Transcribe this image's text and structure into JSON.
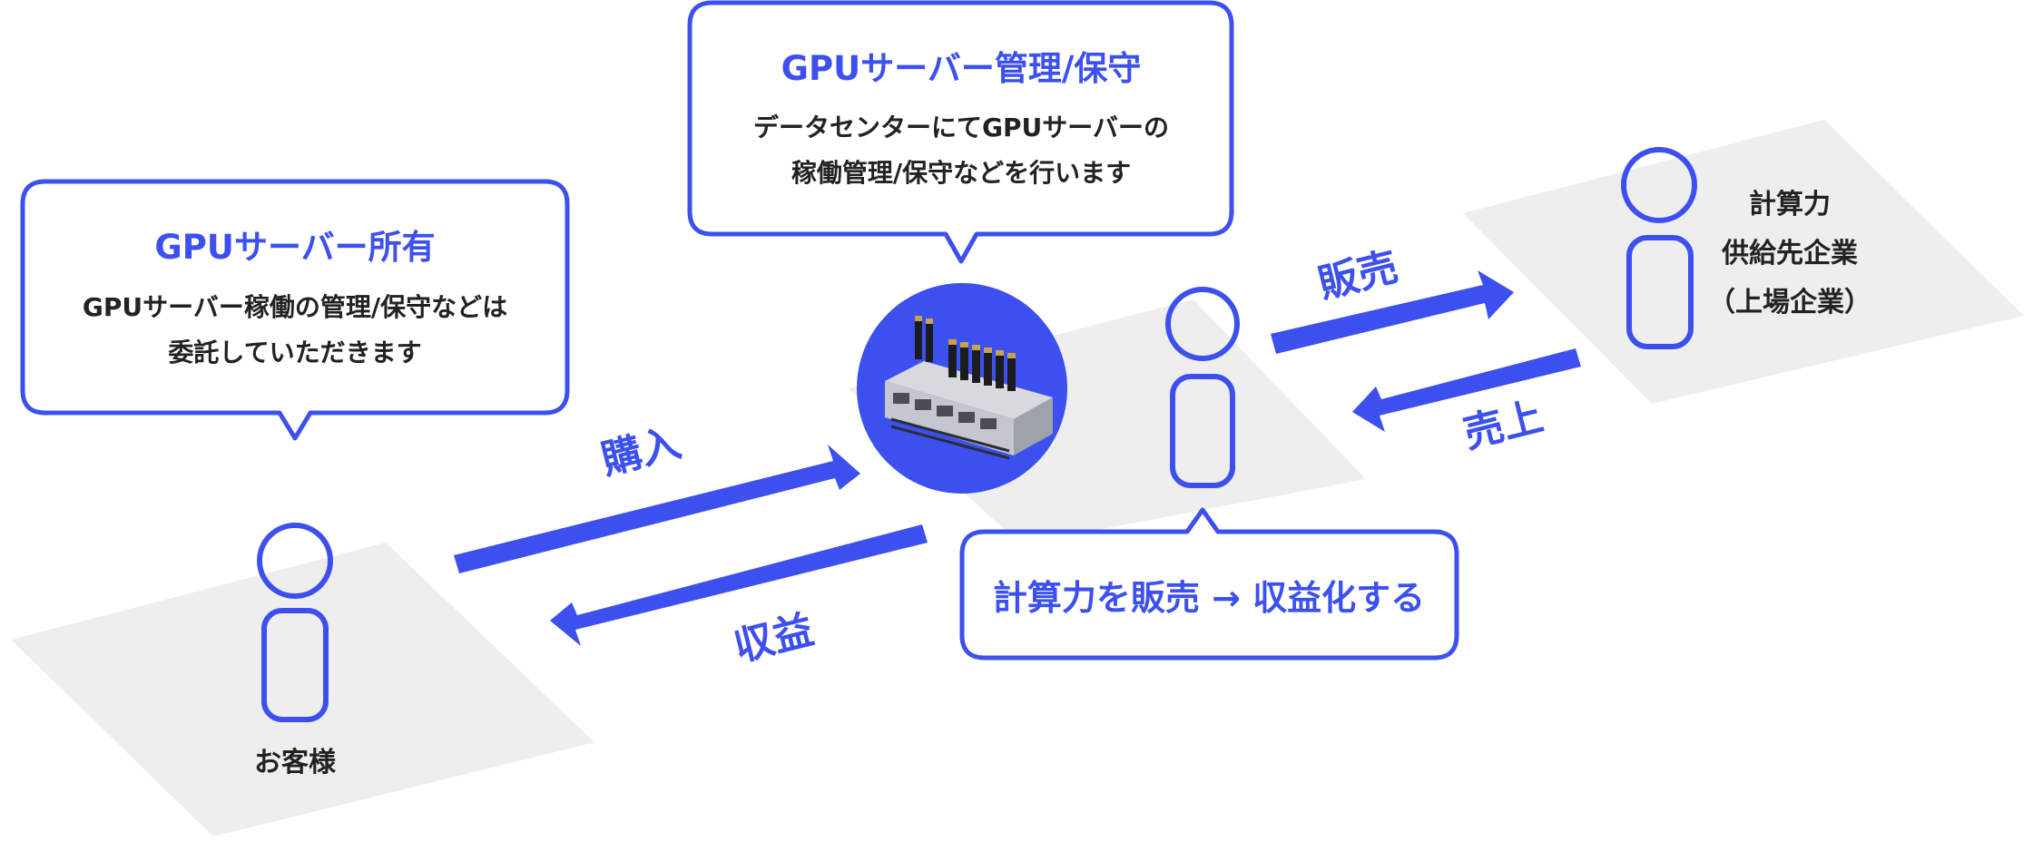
{
  "colors": {
    "accent": "#3c50f0",
    "plane": "#eeeeee",
    "text": "#222222",
    "server_bg": "#3c50f0"
  },
  "bubble_owner": {
    "title": "GPUサーバー所有",
    "line1": "GPUサーバー稼働の管理/保守などは",
    "line2": "委託していただきます"
  },
  "bubble_maintenance": {
    "title": "GPUサーバー管理/保守",
    "line1": "データセンターにてGPUサーバーの",
    "line2": "稼働管理/保守などを行います"
  },
  "bubble_monetize": {
    "text": "計算力を販売 → 収益化する"
  },
  "customer": {
    "label": "お客様",
    "icon": "person-icon"
  },
  "operator": {
    "icon": "person-icon"
  },
  "supplier": {
    "line1": "計算力",
    "line2": "供給先企業",
    "line3": "（上場企業）",
    "icon": "person-icon"
  },
  "server": {
    "icon": "gpu-server-icon"
  },
  "arrows": {
    "purchase": "購入",
    "revenue": "収益",
    "sales": "販売",
    "proceeds": "売上"
  }
}
